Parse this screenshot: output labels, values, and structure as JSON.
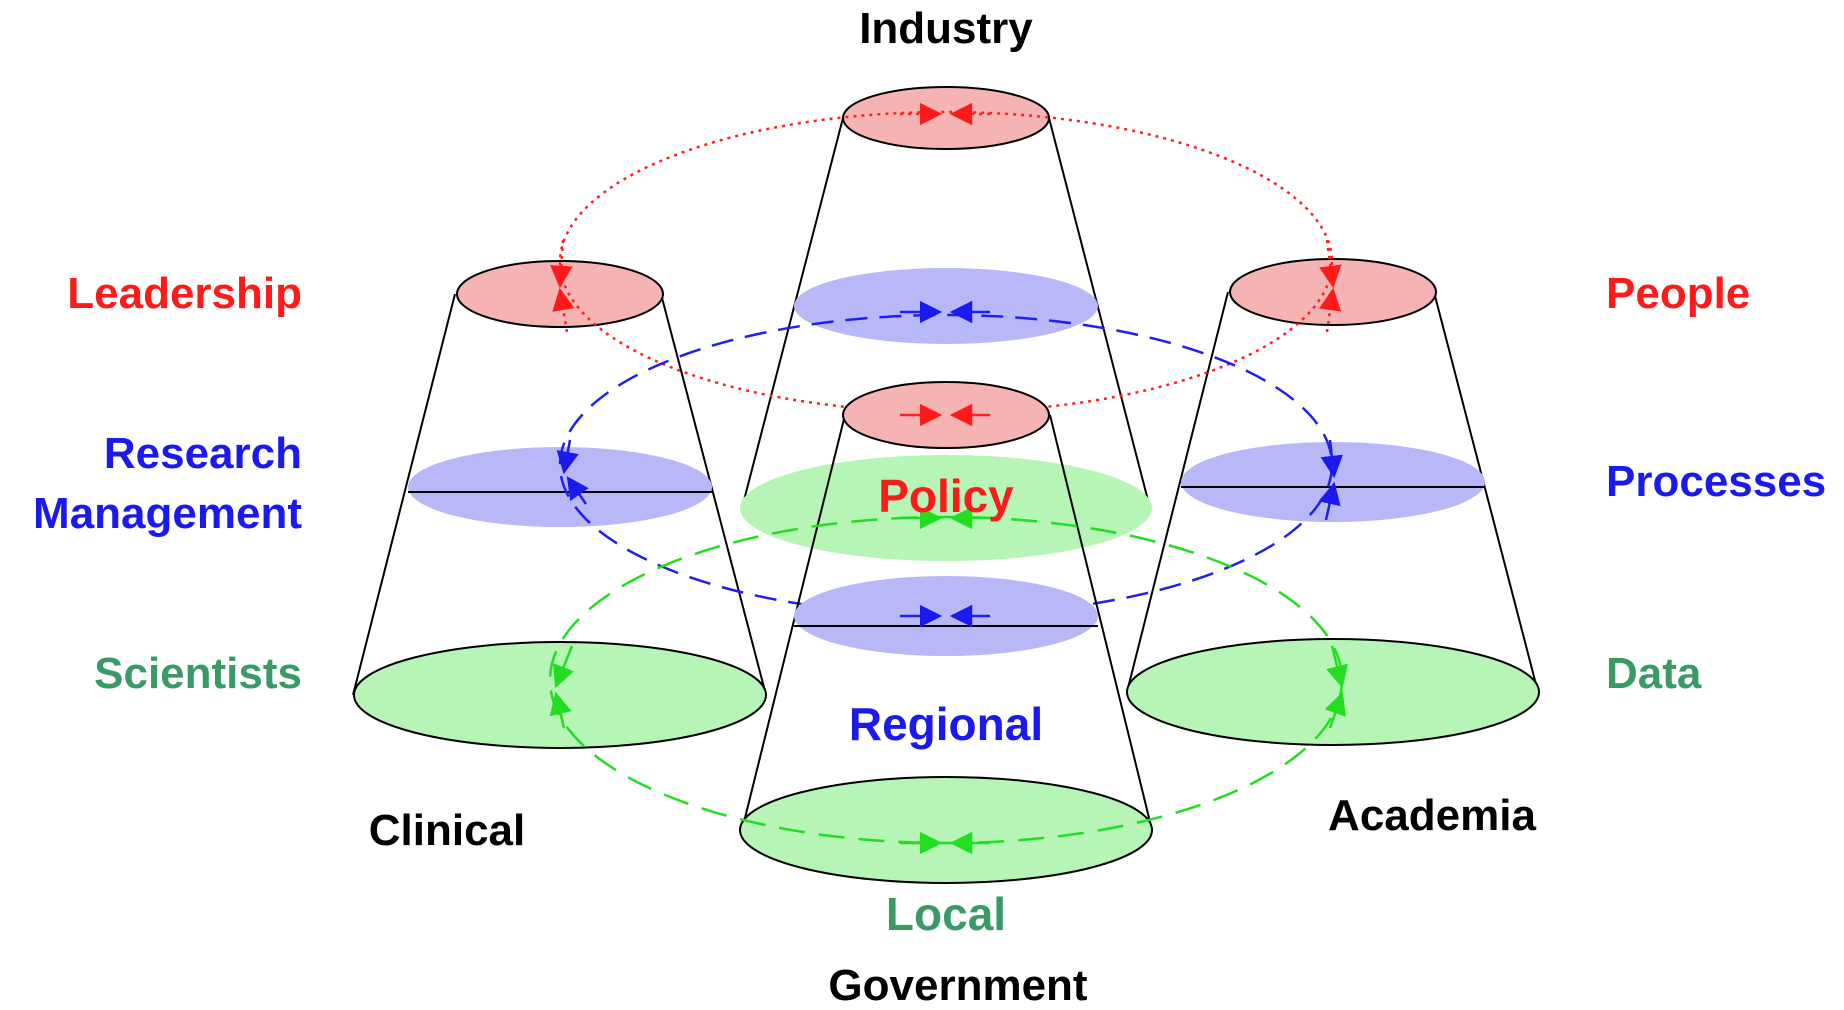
{
  "labels": {
    "industry": "Industry",
    "clinical": "Clinical",
    "academia": "Academia",
    "government": "Government",
    "leadership": "Leadership",
    "research": "Research",
    "management": "Management",
    "scientists": "Scientists",
    "people": "People",
    "processes": "Processes",
    "data": "Data",
    "policy": "Policy",
    "regional": "Regional",
    "local": "Local"
  },
  "colors": {
    "red": "#ff1a1a",
    "blue": "#1a1aee",
    "green": "#3a9a66",
    "black": "#000000",
    "red_fill": "#f6b3b3",
    "blue_fill": "#b8b8f8",
    "green_fill": "#b6f5b6",
    "red_dash": "#ff2020",
    "blue_dash": "#2020ee",
    "green_dash": "#22dd22"
  },
  "cones": [
    "Industry",
    "Clinical",
    "Academia",
    "Government"
  ],
  "cycles": [
    "red",
    "blue",
    "green"
  ]
}
